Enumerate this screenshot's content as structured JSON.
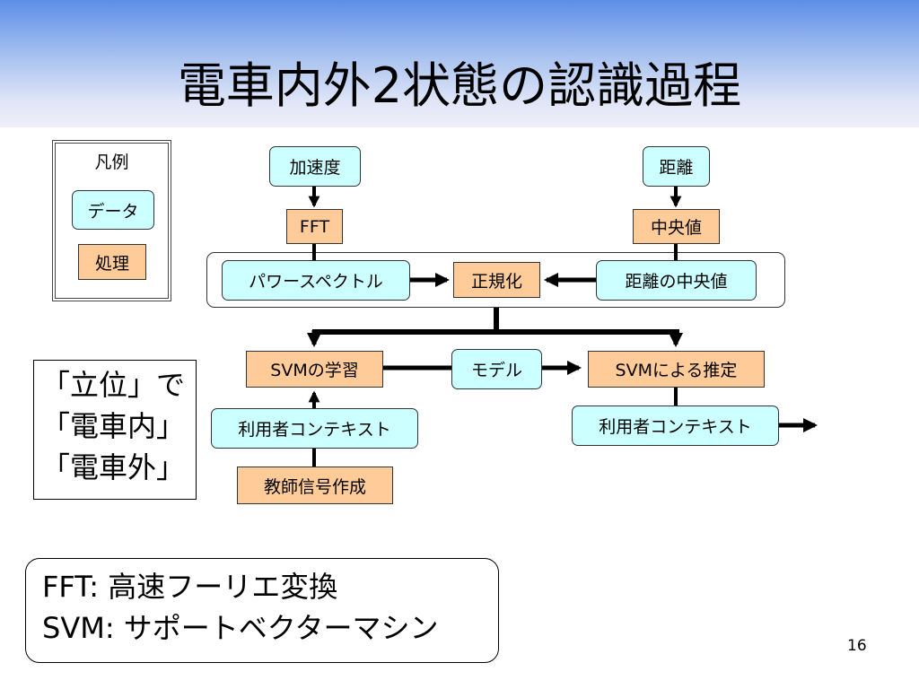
{
  "slide": {
    "title": "電車内外2状態の認識過程",
    "page_number": "16"
  },
  "legend": {
    "title": "凡例",
    "data_label": "データ",
    "process_label": "処理"
  },
  "flow": {
    "acceleration": "加速度",
    "fft": "FFT",
    "distance": "距離",
    "median": "中央値",
    "power_spectrum": "パワースペクトル",
    "normalize": "正規化",
    "distance_median": "距離の中央値",
    "svm_learning": "SVMの学習",
    "model": "モデル",
    "svm_estimation": "SVMによる推定",
    "user_context_in": "利用者コンテキスト",
    "user_context_out": "利用者コンテキスト",
    "teacher_signal": "教師信号作成"
  },
  "states": {
    "line1": "「立位」で",
    "line2": "「電車内」",
    "line3": "「電車外」"
  },
  "glossary": {
    "fft": "FFT: 高速フーリエ変換",
    "svm": "SVM: サポートベクターマシン"
  },
  "colors": {
    "data_fill": "#ccffff",
    "process_fill": "#ffcc99"
  }
}
